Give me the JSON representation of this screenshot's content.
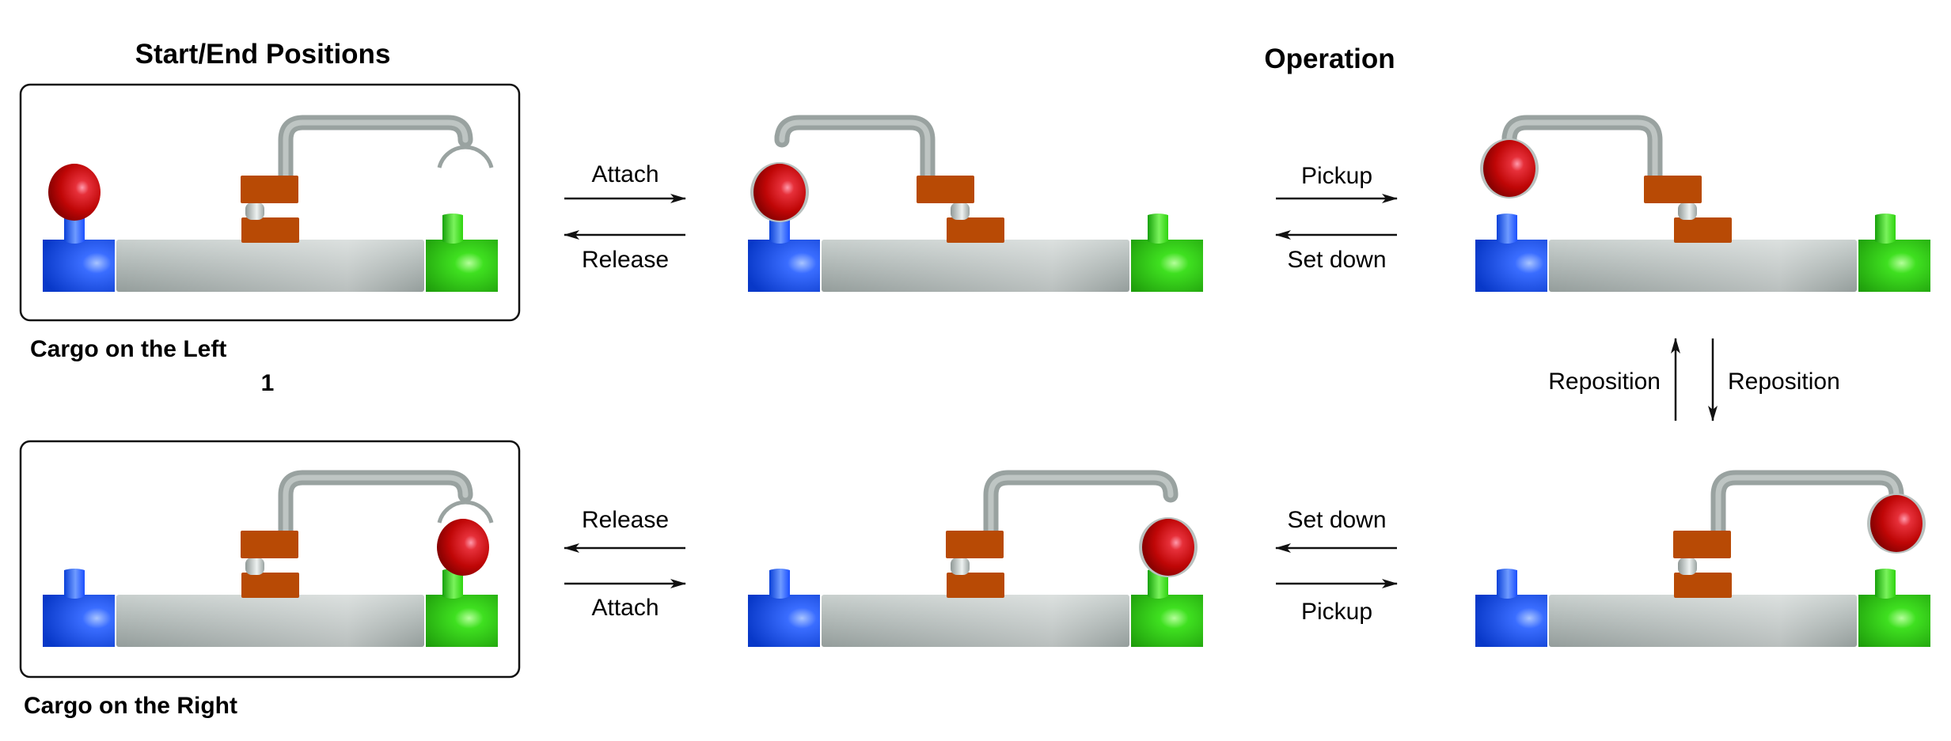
{
  "headings": {
    "start_end": "Start/End Positions",
    "operation": "Operation"
  },
  "captions": {
    "cargo_left": "Cargo on the Left",
    "cargo_right": "Cargo on the Right",
    "figure_number": "1"
  },
  "transitions": {
    "top_left": {
      "forward": "Attach",
      "backward": "Release"
    },
    "top_right": {
      "forward": "Pickup",
      "backward": "Set down"
    },
    "right_vertical": {
      "up": "Reposition",
      "down": "Reposition"
    },
    "bottom_right": {
      "forward": "Set down",
      "backward": "Pickup"
    },
    "bottom_left": {
      "forward": "Release",
      "backward": "Attach"
    }
  },
  "colors": {
    "left_station": "#1a4fff",
    "right_station": "#2ed40f",
    "track": "#a7b0ae",
    "slider": "#b84a05",
    "arm": "#aab3b1",
    "cargo": "#c00808",
    "text": "#111111"
  },
  "panels": [
    {
      "id": "start-cargo-left",
      "row": "top",
      "column": "start",
      "framed": true,
      "arm_reach": "right",
      "slider_offset": "aligned",
      "gripper": "open-empty",
      "cargo_location": "left-station"
    },
    {
      "id": "attached-left",
      "row": "top",
      "column": "middle",
      "framed": false,
      "arm_reach": "left",
      "slider_offset": "upper-shifted-left",
      "gripper": "holding",
      "cargo_location": "left-station"
    },
    {
      "id": "picked-up-left",
      "row": "top",
      "column": "right",
      "framed": false,
      "arm_reach": "left",
      "slider_offset": "upper-shifted-left",
      "gripper": "holding",
      "cargo_location": "lifted"
    },
    {
      "id": "end-cargo-right",
      "row": "bottom",
      "column": "start",
      "framed": true,
      "arm_reach": "right",
      "slider_offset": "aligned",
      "gripper": "open-over-cargo",
      "cargo_location": "right-station"
    },
    {
      "id": "attached-right",
      "row": "bottom",
      "column": "middle",
      "framed": false,
      "arm_reach": "right",
      "slider_offset": "aligned",
      "gripper": "holding",
      "cargo_location": "right-station"
    },
    {
      "id": "picked-up-right",
      "row": "bottom",
      "column": "right",
      "framed": false,
      "arm_reach": "right",
      "slider_offset": "aligned",
      "gripper": "holding",
      "cargo_location": "lifted"
    }
  ]
}
